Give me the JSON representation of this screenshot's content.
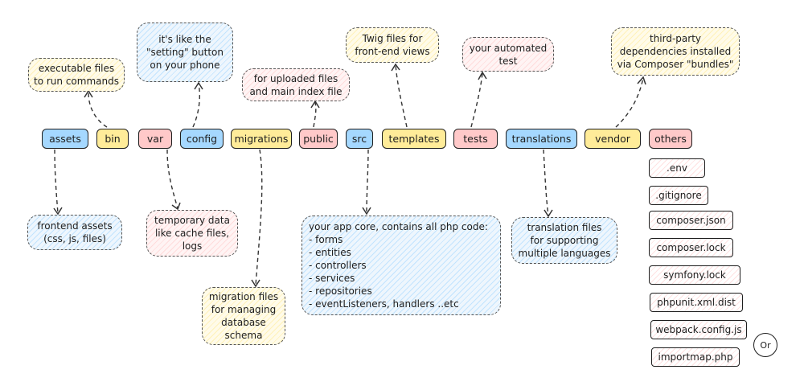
{
  "folders": {
    "assets": "assets",
    "bin": "bin",
    "var": "var",
    "config": "config",
    "migrations": "migrations",
    "public": "public",
    "src": "src",
    "templates": "templates",
    "tests": "tests",
    "translations": "translations",
    "vendor": "vendor",
    "others": "others"
  },
  "notes": {
    "assets": "frontend assets\n(css, js, files)",
    "bin": "executable files\nto run commands",
    "var": "temporary data\nlike cache files,\nlogs",
    "config": "it's like the\n\"setting\" button\non your phone",
    "migrations": "migration files\nfor managing\ndatabase\nschema",
    "public": "for uploaded files\nand main index file",
    "src": "your app core, contains all php code:\n- forms\n- entities\n- controllers\n- services\n- repositories\n- eventListeners, handlers ..etc",
    "templates": "Twig files for\nfront-end views",
    "tests": "your automated\ntest",
    "translations": "translation files\nfor supporting\nmultiple languages",
    "vendor": "third-party\ndependencies installed\nvia Composer \"bundles\""
  },
  "others_files": [
    ".env",
    ".gitignore",
    "composer.json",
    "composer.lock",
    "symfony.lock",
    "phpunit.xml.dist",
    "webpack.config.js",
    "importmap.php"
  ],
  "or_label": "Or",
  "colors": {
    "blue": "#a5d8ff",
    "yellow": "#ffec99",
    "pink": "#ffc9c9",
    "stroke": "#1e1e1e"
  }
}
